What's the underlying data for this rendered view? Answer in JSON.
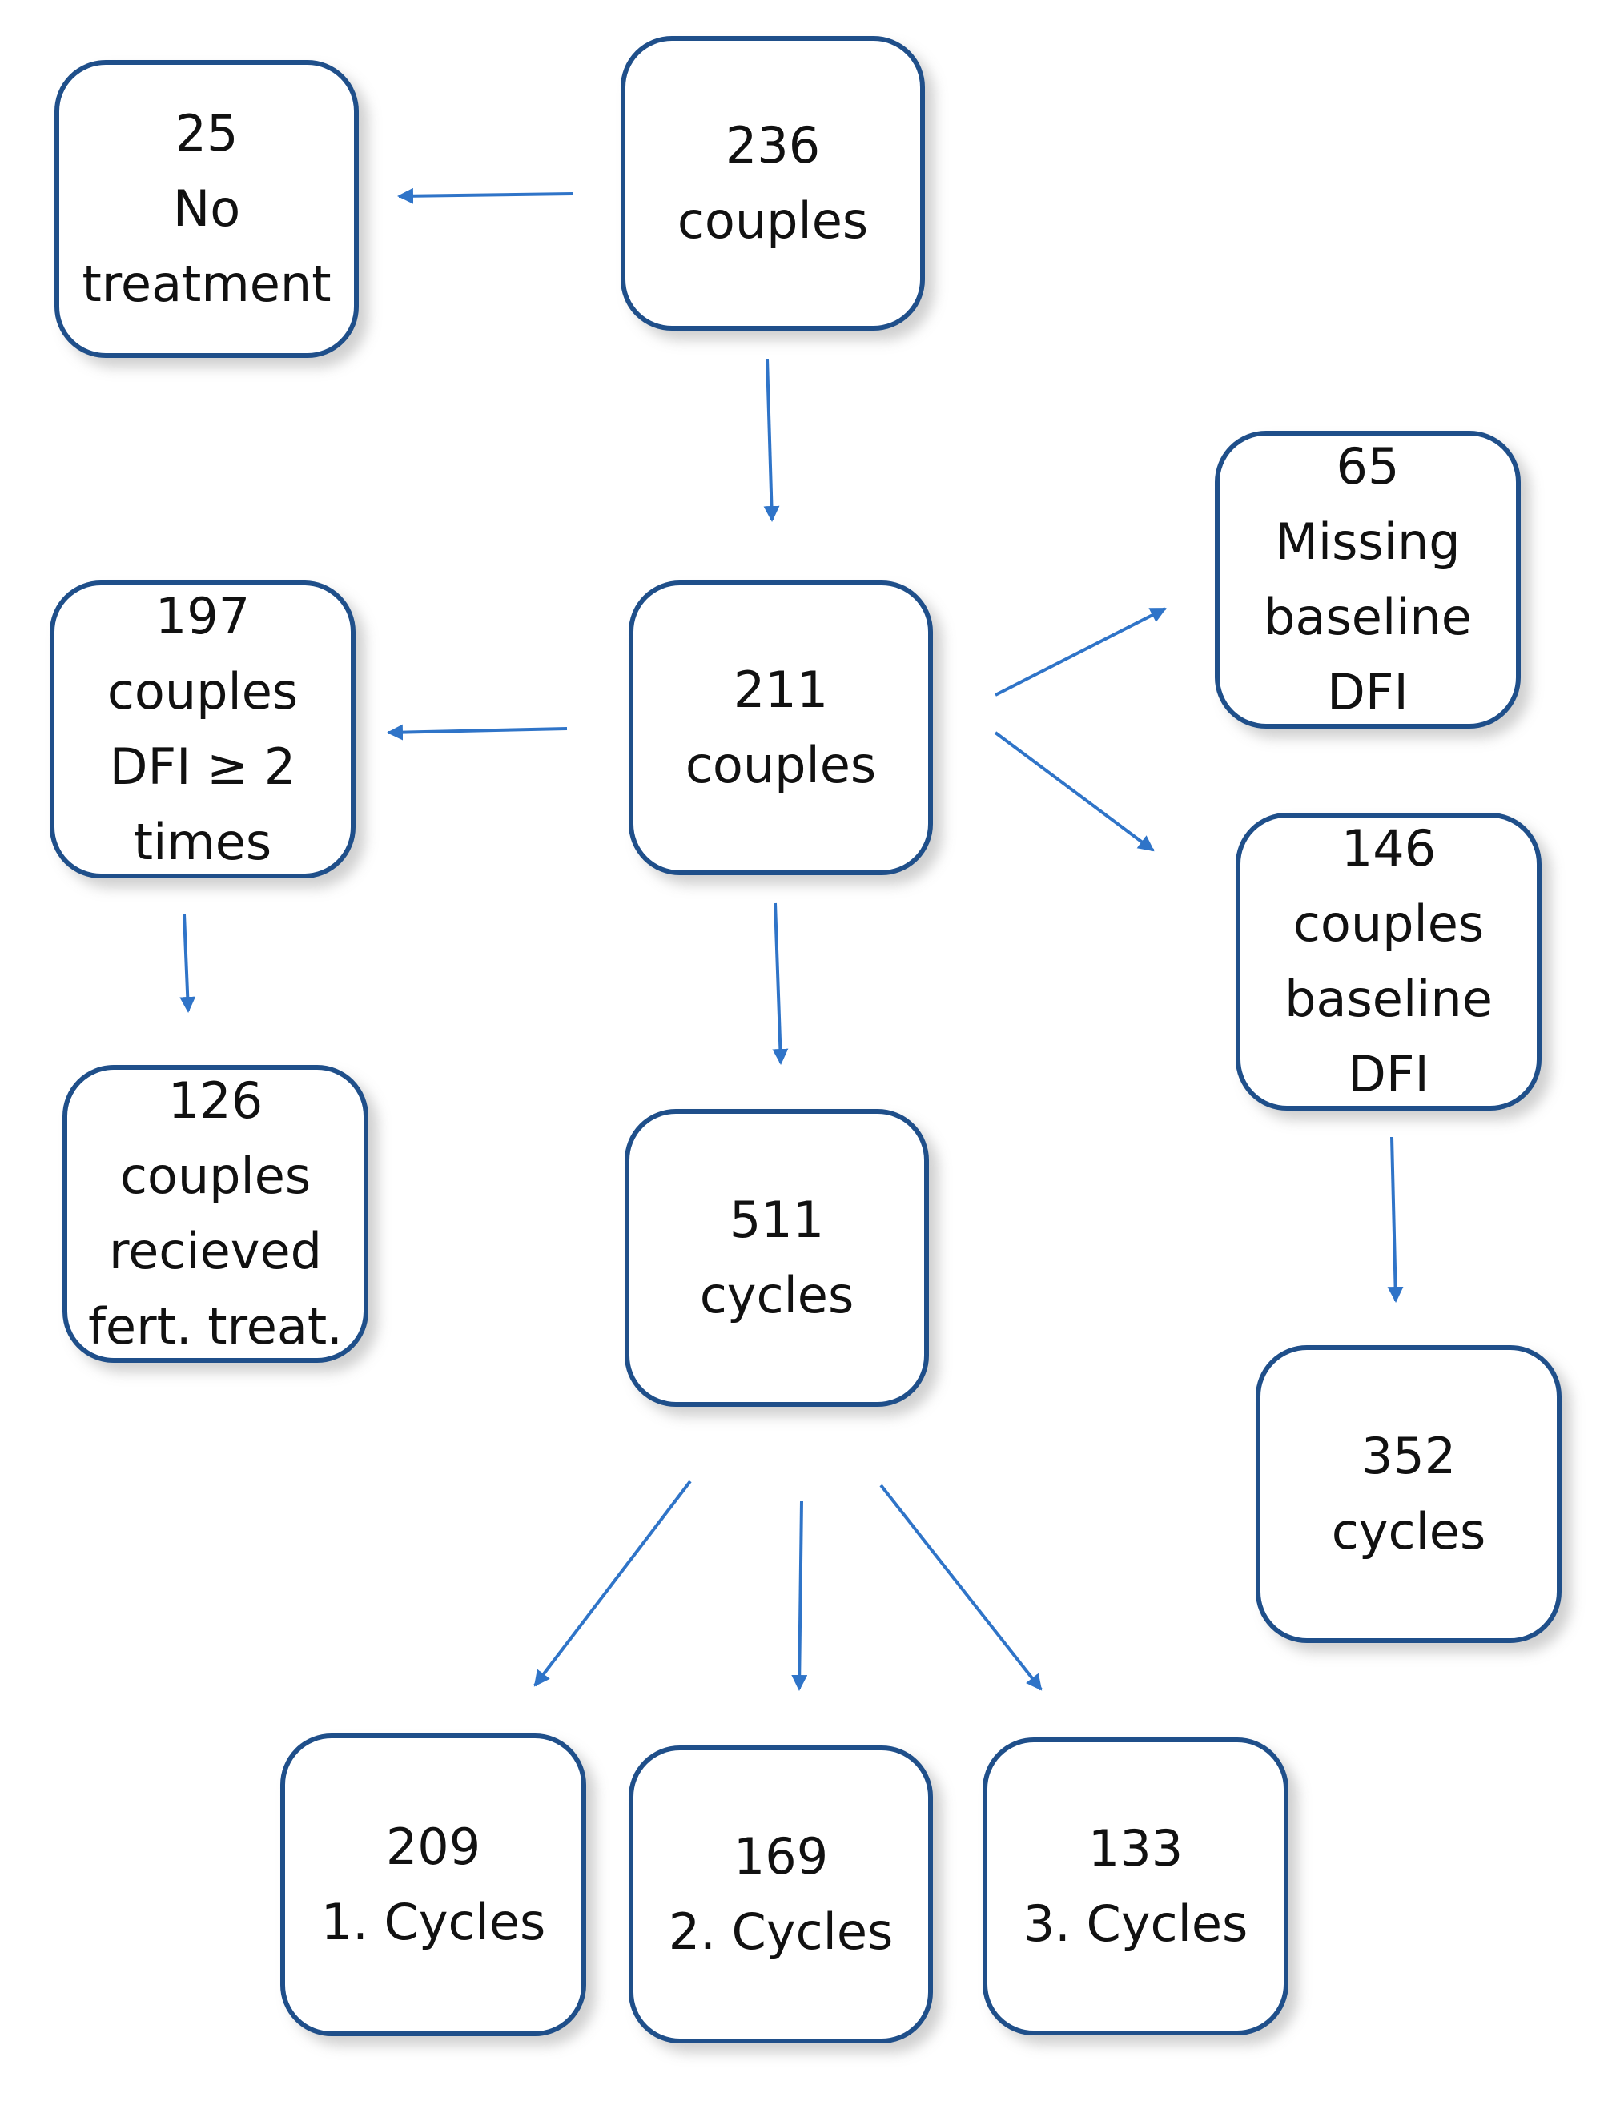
{
  "colors": {
    "box_border": "#1f4f8a",
    "arrow": "#2f74c8"
  },
  "nodes": {
    "start": {
      "line1": "236",
      "line2": "couples"
    },
    "no_treatment": {
      "line1": "25",
      "line2": "No",
      "line3": "treatment"
    },
    "included": {
      "line1": "211",
      "line2": "couples"
    },
    "dfi_twice": {
      "line1": "197",
      "line2": "couples",
      "line3": "DFI ≥ 2",
      "line4": "times"
    },
    "fert_treat": {
      "line1": "126",
      "line2": "couples",
      "line3": "recieved",
      "line4": "fert. treat."
    },
    "missing_baseline": {
      "line1": "65",
      "line2": "Missing",
      "line3": "baseline",
      "line4": "DFI"
    },
    "baseline": {
      "line1": "146",
      "line2": "couples",
      "line3": "baseline",
      "line4": "DFI"
    },
    "cycles_total": {
      "line1": "511",
      "line2": "cycles"
    },
    "cycles_baseline": {
      "line1": "352",
      "line2": "cycles"
    },
    "cycle1": {
      "line1": "209",
      "line2": "1. Cycles"
    },
    "cycle2": {
      "line1": "169",
      "line2": "2. Cycles"
    },
    "cycle3": {
      "line1": "133",
      "line2": "3. Cycles"
    }
  },
  "edges": [
    {
      "from": "start",
      "to": "no_treatment"
    },
    {
      "from": "start",
      "to": "included"
    },
    {
      "from": "included",
      "to": "dfi_twice"
    },
    {
      "from": "included",
      "to": "missing_baseline"
    },
    {
      "from": "included",
      "to": "baseline"
    },
    {
      "from": "included",
      "to": "cycles_total"
    },
    {
      "from": "dfi_twice",
      "to": "fert_treat"
    },
    {
      "from": "baseline",
      "to": "cycles_baseline"
    },
    {
      "from": "cycles_total",
      "to": "cycle1"
    },
    {
      "from": "cycles_total",
      "to": "cycle2"
    },
    {
      "from": "cycles_total",
      "to": "cycle3"
    }
  ]
}
